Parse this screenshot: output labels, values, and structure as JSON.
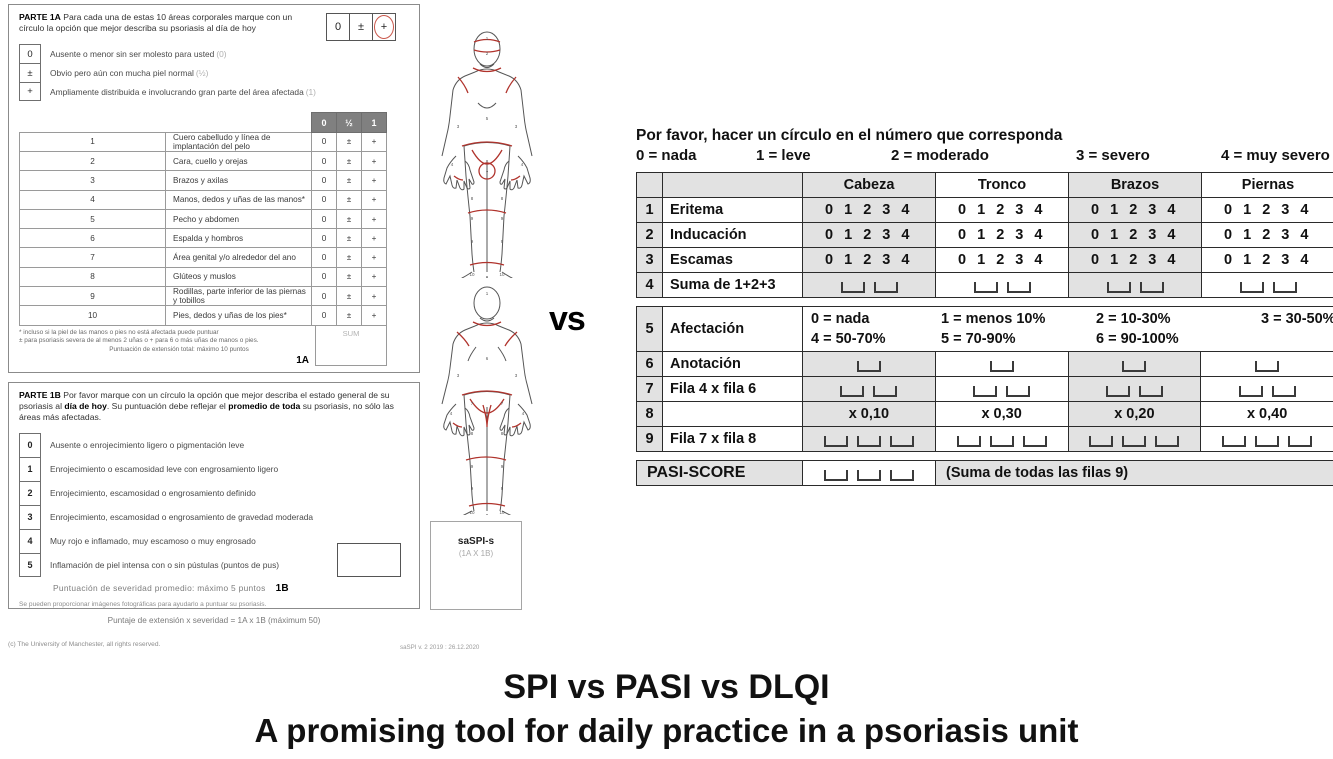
{
  "spi": {
    "part1a": {
      "title": "PARTE 1A",
      "intro": "Para cada una de estas 10 áreas corporales marque con un círculo la opción que mejor describa su psoriasis al día de hoy",
      "legend_cells": [
        "0",
        "±",
        "+"
      ],
      "legend_circled": "+",
      "scale": [
        {
          "key": "0",
          "text": "Ausente o menor sin ser molesto para usted",
          "dim": "(0)"
        },
        {
          "key": "±",
          "text": "Obvio pero aún con mucha piel normal",
          "dim": "(½)"
        },
        {
          "key": "+",
          "text": "Ampliamente distribuida e involucrando gran parte del área afectada",
          "dim": "(1)"
        }
      ],
      "table_headers": [
        "0",
        "½",
        "1"
      ],
      "areas": [
        {
          "n": "1",
          "name": "Cuero cabelludo y línea de implantación del pelo"
        },
        {
          "n": "2",
          "name": "Cara, cuello y orejas"
        },
        {
          "n": "3",
          "name": "Brazos y axilas"
        },
        {
          "n": "4",
          "name": "Manos, dedos y uñas de las manos*"
        },
        {
          "n": "5",
          "name": "Pecho y abdomen"
        },
        {
          "n": "6",
          "name": "Espalda y hombros"
        },
        {
          "n": "7",
          "name": "Área genital y/o alrededor del ano"
        },
        {
          "n": "8",
          "name": "Glúteos y muslos"
        },
        {
          "n": "9",
          "name": "Rodillas, parte inferior de las piernas y tobillos"
        },
        {
          "n": "10",
          "name": "Pies, dedos y uñas de los pies*"
        }
      ],
      "row_options": [
        "0",
        "±",
        "+"
      ],
      "footnote_line1": "* incluso si la piel de las manos o pies no está afectada puede puntuar",
      "footnote_line2": "± para psoriasis severa de al menos 2 uñas o + para 6 o más uñas de manos o pies.",
      "footnote_line3": "Puntuación de extensión total: máximo 10 puntos",
      "label_1a": "1A",
      "sum_label": "SUM"
    },
    "part1b": {
      "title": "PARTE 1B",
      "intro_pre": "Por favor marque con un círculo la opción que mejor describa el estado general de su psoriasis al ",
      "intro_b1": "día de hoy",
      "intro_mid": ". Su puntuación debe reflejar el ",
      "intro_b2": "promedio de toda",
      "intro_end": " su psoriasis, no sólo las áreas más afectadas.",
      "scale": [
        {
          "key": "0",
          "text": "Ausente o enrojecimiento ligero o pigmentación leve"
        },
        {
          "key": "1",
          "text": "Enrojecimiento o escamosidad leve con engrosamiento ligero"
        },
        {
          "key": "2",
          "text": "Enrojecimiento, escamosidad o engrosamiento definido"
        },
        {
          "key": "3",
          "text": "Enrojecimiento, escamosidad o engrosamiento de gravedad moderada"
        },
        {
          "key": "4",
          "text": "Muy rojo e inflamado, muy escamoso o muy engrosado"
        },
        {
          "key": "5",
          "text": "Inflamación de piel intensa con o sin pústulas (puntos de pus)"
        }
      ],
      "score_line": "Puntuación de severidad promedio: máximo 5 puntos",
      "label_1b": "1B",
      "note": "Se pueden proporcionar imágenes fotográficas para ayudarlo a puntuar su psoriasis."
    },
    "formula": "Puntaje de extensión x severidad  = 1A x 1B (máximum 50)",
    "copyright": "(c) The University of Manchester, all rights reserved.",
    "version": "saSPI v. 2 2019 : 26.12.2020",
    "saspi_box": {
      "title": "saSPI-s",
      "subtitle": "(1A X 1B)"
    }
  },
  "vs_label": "vs",
  "pasi": {
    "instruction": "Por favor, hacer un círculo en el número que corresponda",
    "levels": [
      "0 = nada",
      "1 = leve",
      "2 = moderado",
      "3 = severo",
      "4 = muy severo"
    ],
    "regions": [
      "Cabeza",
      "Tronco",
      "Brazos",
      "Piernas"
    ],
    "scale_row": "0 1 2 3 4",
    "rows": [
      {
        "n": "1",
        "label": "Eritema",
        "kind": "scale"
      },
      {
        "n": "2",
        "label": "Inducación",
        "kind": "scale"
      },
      {
        "n": "3",
        "label": "Escamas",
        "kind": "scale"
      },
      {
        "n": "4",
        "label": "Suma de 1+2+3",
        "kind": "blank2"
      }
    ],
    "afectacion": {
      "n": "5",
      "label": "Afectación",
      "options": [
        "0 = nada",
        "1 = menos 10%",
        "2 = 10-30%",
        "3 = 30-50%",
        "4 = 50-70%",
        "5 = 70-90%",
        "6 = 90-100%",
        ""
      ]
    },
    "rows2": [
      {
        "n": "6",
        "label": "Anotación",
        "kind": "blank1"
      },
      {
        "n": "7",
        "label": "Fila 4 x fila 6",
        "kind": "blank2"
      },
      {
        "n": "8",
        "label": "",
        "kind": "factors",
        "values": [
          "x 0,10",
          "x 0,30",
          "x 0,20",
          "x 0,40"
        ]
      },
      {
        "n": "9",
        "label": "Fila 7 x fila 8",
        "kind": "blank3"
      }
    ],
    "score_row": {
      "label": "PASI-SCORE",
      "note": "(Suma de todas las filas 9)"
    }
  },
  "titles": {
    "main": "SPI vs PASI vs DLQI",
    "sub": "A promising tool for daily practice in a psoriasis unit"
  }
}
